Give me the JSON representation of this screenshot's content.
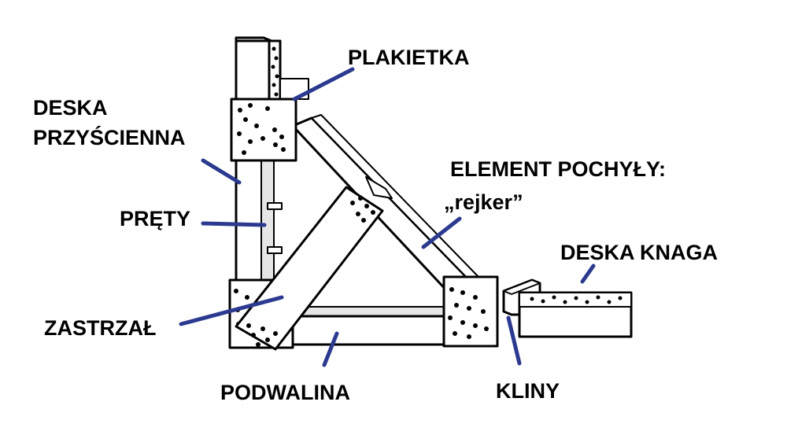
{
  "labels": {
    "plakietka": "PLAKIETKA",
    "deska_przyscienna_1": "DESKA",
    "deska_przyscienna_2": "PRZYŚCIENNA",
    "element_pochyly_1": "ELEMENT POCHYŁY:",
    "element_pochyly_2": "„rejker”",
    "prety": "PRĘTY",
    "deska_knaga": "DESKA KNAGA",
    "zastrzal": "ZASTRZAŁ",
    "podwalina": "PODWALINA",
    "kliny": "KLINY"
  },
  "colors": {
    "pointer": "#2b3a8f",
    "outline": "#000000",
    "fill": "#ffffff"
  }
}
